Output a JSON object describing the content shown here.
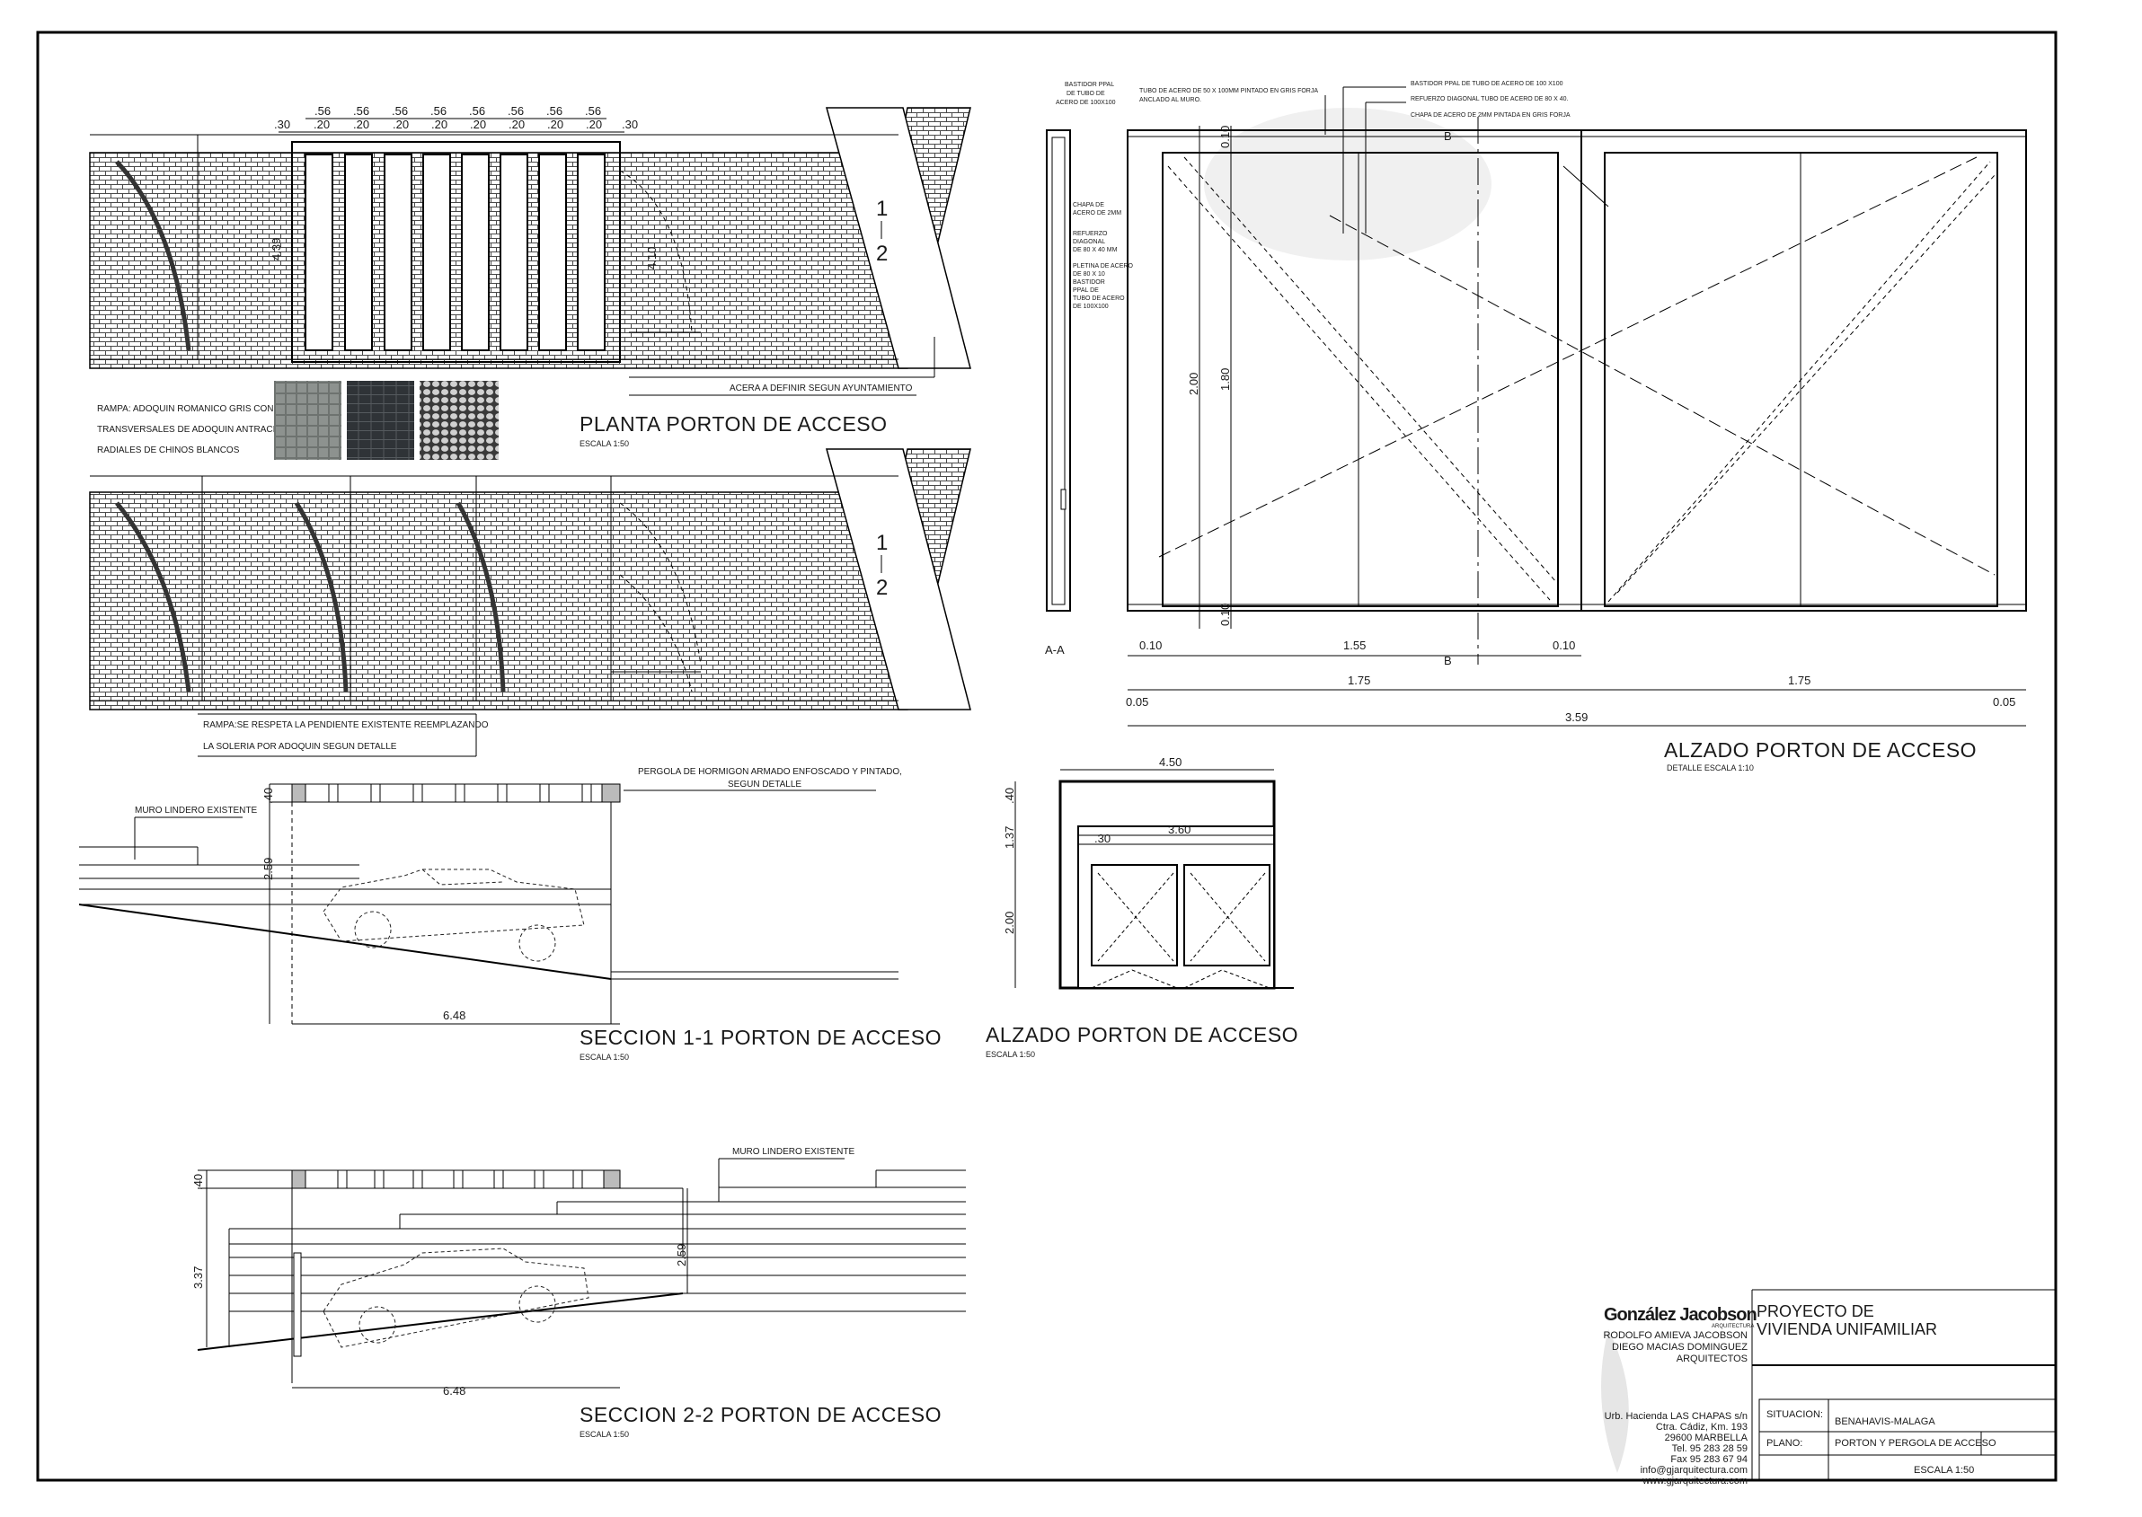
{
  "views": {
    "planta": {
      "title": "PLANTA PORTON DE ACCESO",
      "scale": "ESCALA 1:50"
    },
    "seccion1": {
      "title": "SECCION 1-1 PORTON DE ACCESO",
      "scale": "ESCALA 1:50"
    },
    "seccion2": {
      "title": "SECCION 2-2 PORTON DE ACCESO",
      "scale": "ESCALA 1:50"
    },
    "alzado_small": {
      "title": "ALZADO PORTON DE ACCESO",
      "scale": "ESCALA 1:50"
    },
    "alzado_big": {
      "title": "ALZADO PORTON DE ACCESO",
      "scale": "DETALLE ESCALA 1:10"
    }
  },
  "notes": {
    "acera": "ACERA A DEFINIR SEGUN AYUNTAMIENTO",
    "rampa1": [
      "RAMPA: ADOQUIN ROMANICO GRIS CON",
      "TRANSVERSALES DE ADOQUIN ANTRACITA",
      "RADIALES DE CHINOS BLANCOS"
    ],
    "rampa2": [
      "RAMPA:SE RESPETA LA PENDIENTE EXISTENTE REEMPLAZANDO",
      "LA SOLERIA POR ADOQUIN SEGUN DETALLE"
    ],
    "pergola": [
      "PERGOLA DE HORMIGON ARMADO ENFOSCADO Y PINTADO,",
      "SEGUN DETALLE"
    ],
    "muro1": "MURO LINDERO EXISTENTE",
    "muro2": "MURO LINDERO EXISTENTE",
    "bastidor_top": [
      "BASTIDOR PPAL",
      "DE TUBO DE",
      "ACERO DE 100X100"
    ],
    "tubo": [
      "TUBO DE ACERO DE 50 X 100MM PINTADO EN GRIS FORJA",
      "ANCLADO AL MURO."
    ],
    "right_notes": [
      "BASTIDOR PPAL DE TUBO DE ACERO DE 100 X100",
      "REFUERZO DIAGONAL TUBO DE ACERO DE 80 X 40.",
      "CHAPA DE ACERO DE 2MM PINTADA EN GRIS FORJA"
    ],
    "side_notes": [
      "CHAPA DE",
      "ACERO DE 2MM",
      "REFUERZO",
      "DIAGONAL",
      "DE 80 X 40 MM",
      "PLETINA DE ACERO",
      "DE 80 X 10",
      "BASTIDOR",
      "PPAL DE",
      "TUBO DE ACERO",
      "DE 100X100"
    ]
  },
  "dimensions": {
    "plan_top": [
      ".56",
      ".56",
      ".56",
      ".56",
      ".56",
      ".56",
      ".56",
      ".56"
    ],
    "plan_gaps": [
      ".30",
      ".20",
      ".20",
      ".20",
      ".20",
      ".20",
      ".20",
      ".20",
      ".20",
      ".30"
    ],
    "plan_left_v": "4.39",
    "plan_right_v": "4.10",
    "section_marker": [
      "1",
      "2"
    ],
    "sec1_h1": ".40",
    "sec1_h2": "2.59",
    "sec1_w": "6.48",
    "sec2_h1": ".40",
    "sec2_h2": "3.37",
    "sec2_h3": "2.59",
    "sec2_w": "6.48",
    "alz_w1": "4.50",
    "alz_w2": "3.60",
    "alz_h1": ".40",
    "alz_h2": "1.37",
    "alz_h3": "2.00",
    "alz_h4": ".30",
    "big_v_top": "0.10",
    "big_v_mid1": "2.00",
    "big_v_mid2": "1.80",
    "big_v_bot": "0.10",
    "big_bottom": [
      "0.10",
      "1.55",
      "0.10"
    ],
    "big_halves": [
      "1.75",
      "1.75"
    ],
    "big_ends": [
      "0.05",
      "0.05"
    ],
    "big_total": "3.59",
    "aa": "A-A",
    "b_top": "B",
    "b_bot": "B"
  },
  "title_block": {
    "firm": "González Jacobson",
    "firm_sub": "ARQUITECTURA",
    "architects": [
      "RODOLFO AMIEVA JACOBSON",
      "DIEGO MACIAS DOMINGUEZ",
      "ARQUITECTOS"
    ],
    "address": [
      "Urb. Hacienda LAS CHAPAS s/n",
      "Ctra. Cádiz, Km. 193",
      "29600  MARBELLA",
      "Tel.  95 283 28 59",
      "Fax  95 283 67 94",
      "info@gjarquitectura.com",
      "www.gjarquitectura.com"
    ],
    "project": [
      "PROYECTO DE",
      "VIVIENDA UNIFAMILIAR"
    ],
    "situacion_label": "SITUACION:",
    "situacion": "BENAHAVIS-MALAGA",
    "plano_label": "PLANO:",
    "plano": "PORTON Y PERGOLA DE ACCESO",
    "escala": "ESCALA 1:50"
  },
  "colors": {
    "ink": "#1a1a1a",
    "hatch": "#555555",
    "stone": "#8a8e8a",
    "slate": "#2e3235"
  }
}
